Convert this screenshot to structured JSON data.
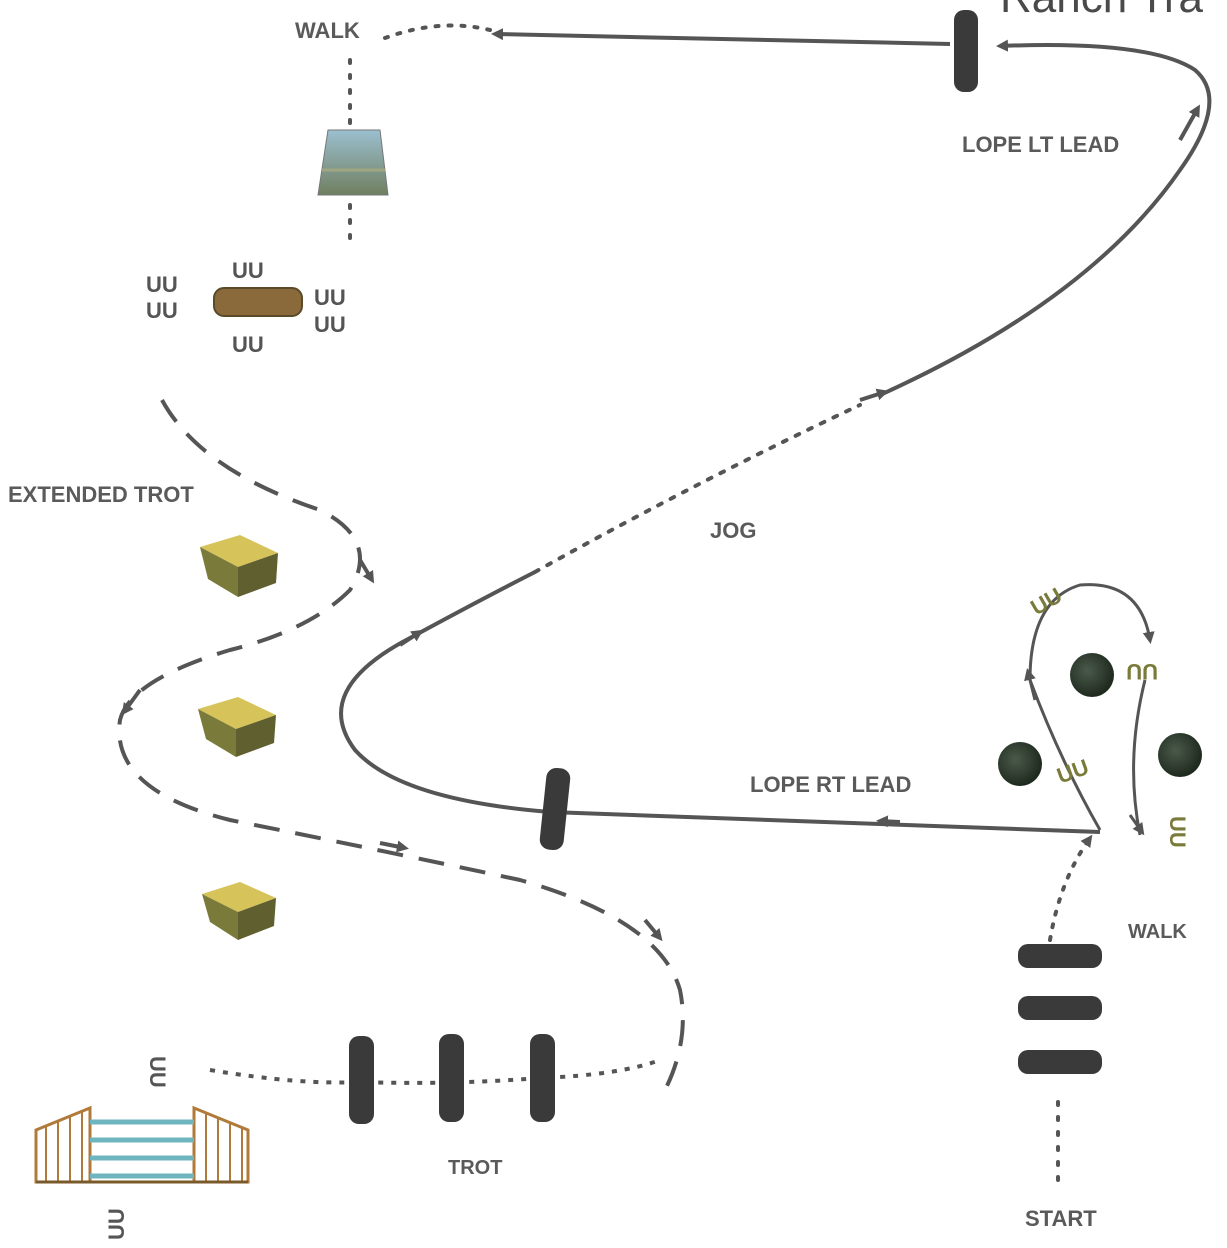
{
  "title": "Ranch Tra",
  "labels": {
    "walk_top": "WALK",
    "lope_lt": "LOPE LT LEAD",
    "extended_trot": "EXTENDED TROT",
    "jog": "JOG",
    "lope_rt": "LOPE RT LEAD",
    "walk_right": "WALK",
    "trot": "TROT",
    "start": "START"
  },
  "shoes": {
    "uu": "UU"
  },
  "colors": {
    "path": "#555555",
    "log": "#3a3a3a",
    "hay": "#c9b24a",
    "bush": "#2f3f2f",
    "gate": "#b07a3a",
    "gate_rail": "#6fb5c0"
  }
}
